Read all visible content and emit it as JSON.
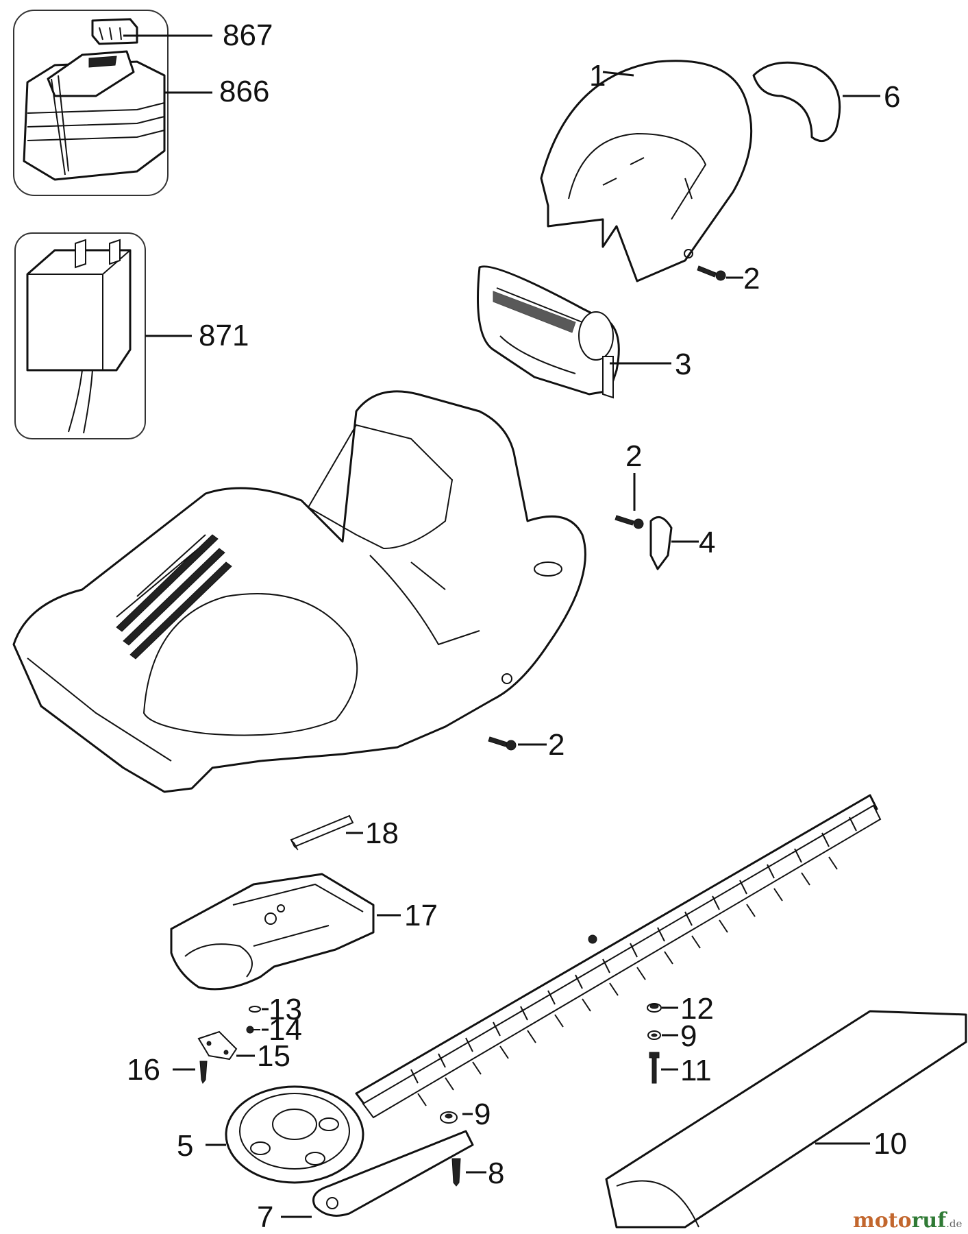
{
  "callouts": {
    "p867": "867",
    "p866": "866",
    "p871": "871",
    "p1": "1",
    "p6": "6",
    "p2a": "2",
    "p3": "3",
    "p2b": "2",
    "p4": "4",
    "p2c": "2",
    "p18": "18",
    "p17": "17",
    "p13": "13",
    "p14": "14",
    "p15": "15",
    "p16": "16",
    "p12": "12",
    "p9a": "9",
    "p11": "11",
    "p9b": "9",
    "p5": "5",
    "p10": "10",
    "p8": "8",
    "p7": "7"
  },
  "watermark": {
    "part1": "moto",
    "part2": "ruf",
    "suffix": ".de"
  },
  "colors": {
    "line": "#111111",
    "watermark_orange": "#c2662d",
    "watermark_green": "#2f7a35"
  }
}
